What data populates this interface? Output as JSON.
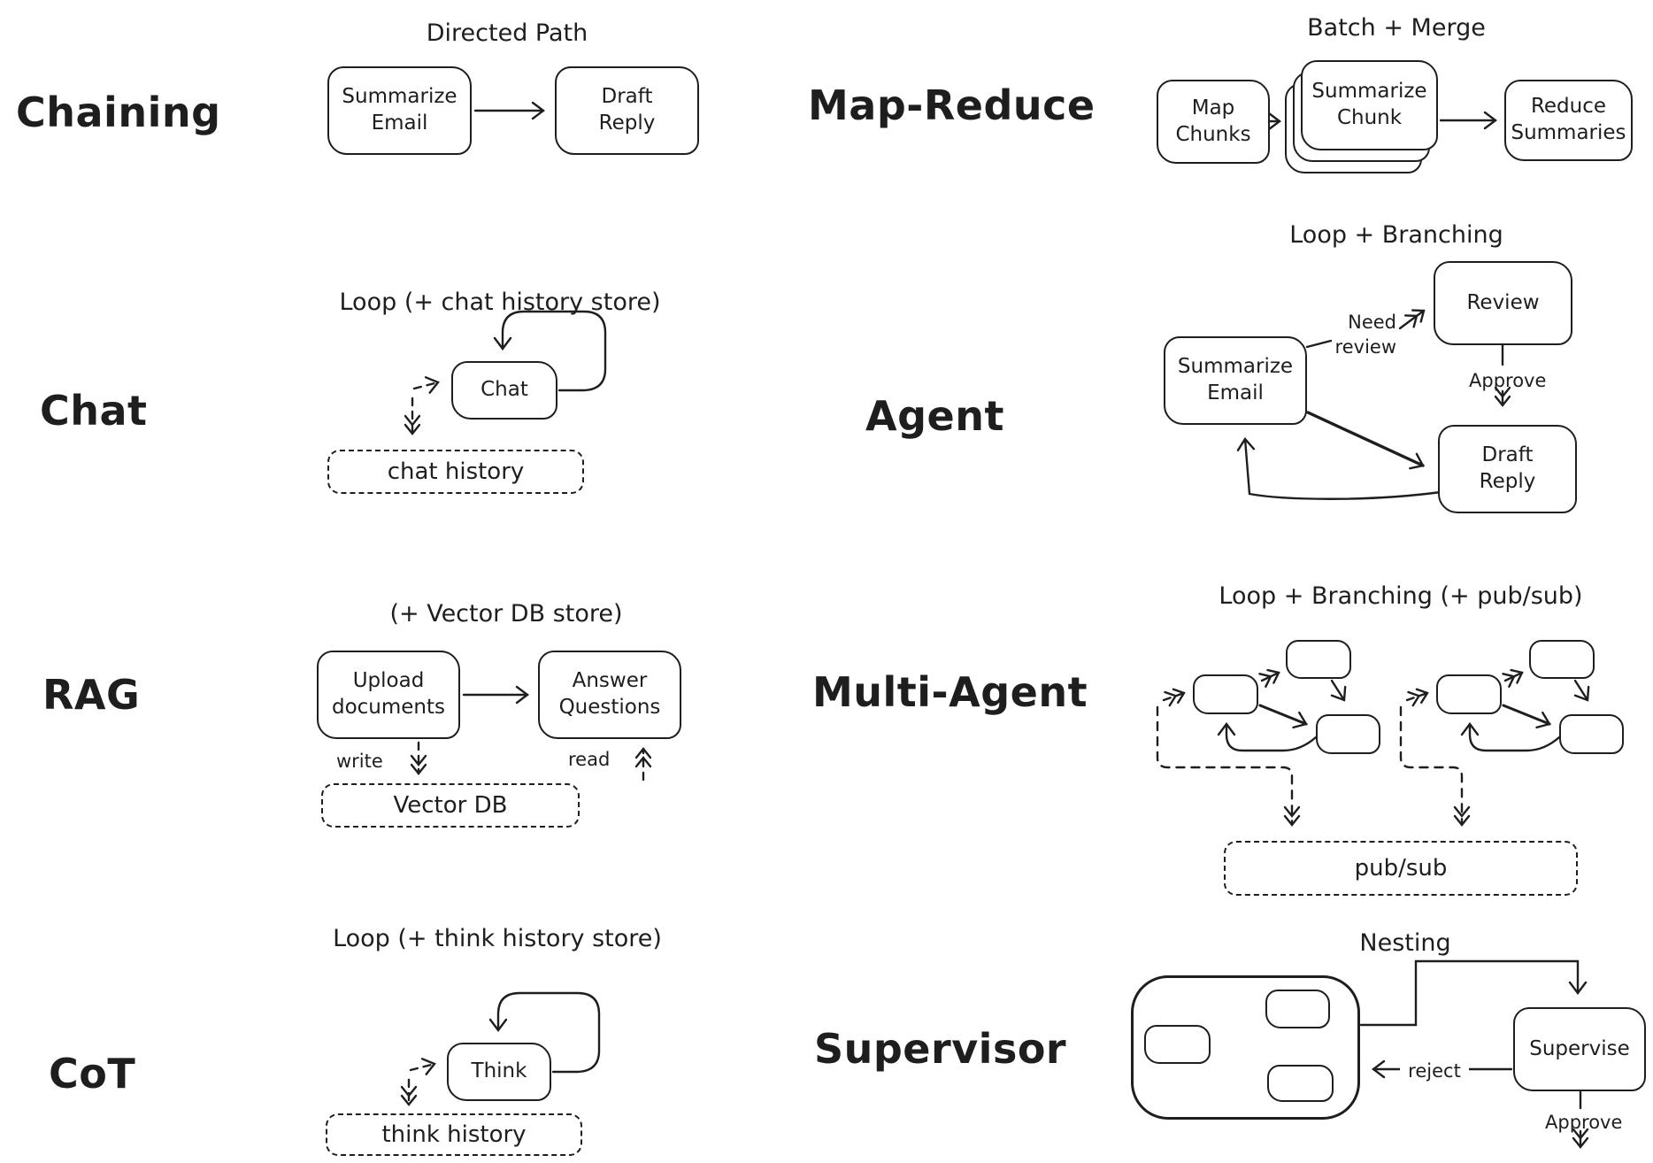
{
  "ink": "#1e1e1e",
  "chaining": {
    "label": "Chaining",
    "title": "Directed Path",
    "node1": "Summarize\nEmail",
    "node2": "Draft\nReply"
  },
  "chat": {
    "label": "Chat",
    "title": "Loop (+ chat history store)",
    "node": "Chat",
    "store": "chat history"
  },
  "rag": {
    "label": "RAG",
    "title": "(+ Vector DB store)",
    "node1": "Upload\ndocuments",
    "node2": "Answer\nQuestions",
    "write": "write",
    "read": "read",
    "store": "Vector DB"
  },
  "cot": {
    "label": "CoT",
    "title": "Loop (+ think history store)",
    "node": "Think",
    "store": "think history"
  },
  "mapreduce": {
    "label": "Map-Reduce",
    "title": "Batch + Merge",
    "node1": "Map\nChunks",
    "node2": "Summarize\nChunk",
    "node3": "Reduce\nSummaries"
  },
  "agent": {
    "label": "Agent",
    "title": "Loop + Branching",
    "node1": "Summarize\nEmail",
    "node2": "Review",
    "node3": "Draft\nReply",
    "need_review": "Need\nreview",
    "approve": "Approve"
  },
  "multiagent": {
    "label": "Multi-Agent",
    "title": "Loop + Branching (+ pub/sub)",
    "store": "pub/sub"
  },
  "supervisor": {
    "label": "Supervisor",
    "title": "Nesting",
    "node": "Supervise",
    "reject": "reject",
    "approve": "Approve"
  }
}
